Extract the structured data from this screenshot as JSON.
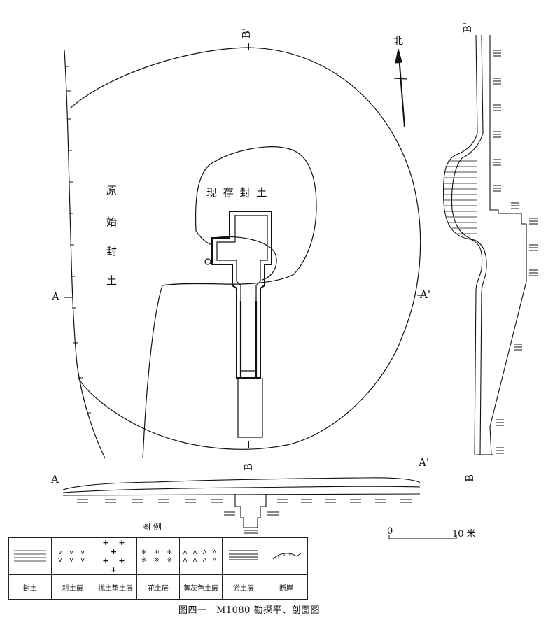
{
  "plan": {
    "original_mound_chars": [
      "原",
      "始",
      "封",
      "土"
    ],
    "existing_mound_label": "现 存 封 土",
    "section_a": "A",
    "section_a_prime": "A'",
    "section_b": "B",
    "section_b_prime": "B'",
    "north": "北"
  },
  "profile_b": {
    "top_label": "B'",
    "bottom_label": "B"
  },
  "profile_a": {
    "left_label": "A",
    "right_label": "A'"
  },
  "legend": {
    "title": "图 例",
    "items": [
      {
        "symbol": "hlines",
        "label": "封土"
      },
      {
        "symbol": "v",
        "label": "耕土层"
      },
      {
        "symbol": "cross",
        "label": "扰土垫土层"
      },
      {
        "symbol": "star",
        "label": "花土层"
      },
      {
        "symbol": "caret",
        "label": "黄灰色土层"
      },
      {
        "symbol": "silt",
        "label": "淤土层"
      },
      {
        "symbol": "cliff",
        "label": "断崖"
      }
    ]
  },
  "scale": {
    "zero": "0",
    "ten": "10 米"
  },
  "caption": "图四一　M1080 勘探平、剖面图"
}
